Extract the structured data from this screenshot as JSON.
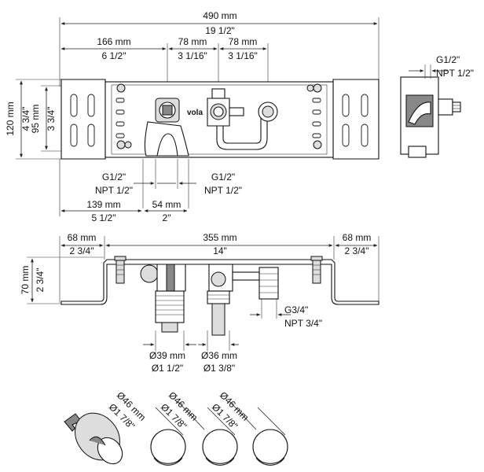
{
  "brand": "vola",
  "top_view": {
    "width_mm": "490 mm",
    "width_in": "19 1/2\"",
    "left_offset_mm": "166 mm",
    "left_offset_in": "6 1/2\"",
    "spacing1_mm": "78 mm",
    "spacing1_in": "3 1/16\"",
    "spacing2_mm": "78 mm",
    "spacing2_in": "3 1/16\"",
    "height_mm": "120 mm",
    "height_in": "4 3/4\"",
    "inner_height_mm": "95 mm",
    "inner_height_in": "3 3/4\"",
    "inlet1_thread": "G1/2\"",
    "inlet1_npt": "NPT 1/2\"",
    "inlet2_thread": "G1/2\"",
    "inlet2_npt": "NPT 1/2\"",
    "inlet_offset_mm": "139 mm",
    "inlet_offset_in": "5 1/2\"",
    "inlet_spacing_mm": "54 mm",
    "inlet_spacing_in": "2\""
  },
  "side_view": {
    "thread": "G1/2\"",
    "npt": "NPT 1/2\""
  },
  "front_view": {
    "left_bracket_mm": "68 mm",
    "left_bracket_in": "2 3/4\"",
    "body_mm": "355 mm",
    "body_in": "14\"",
    "right_bracket_mm": "68 mm",
    "right_bracket_in": "2 3/4\"",
    "depth_mm": "70 mm",
    "depth_in": "2 3/4\"",
    "outlet_thread": "G3/4\"",
    "outlet_npt": "NPT 3/4\"",
    "dia1_mm": "Ø39 mm",
    "dia1_in": "Ø1 1/2\"",
    "dia2_mm": "Ø36 mm",
    "dia2_in": "Ø1 3/8\""
  },
  "hole_saw": {
    "holes": [
      {
        "mm": "Ø46 mm",
        "in": "Ø1 7/8\""
      },
      {
        "mm": "Ø46 mm",
        "in": "Ø1 7/8\""
      },
      {
        "mm": "Ø46 mm",
        "in": "Ø1 7/8\""
      }
    ]
  }
}
